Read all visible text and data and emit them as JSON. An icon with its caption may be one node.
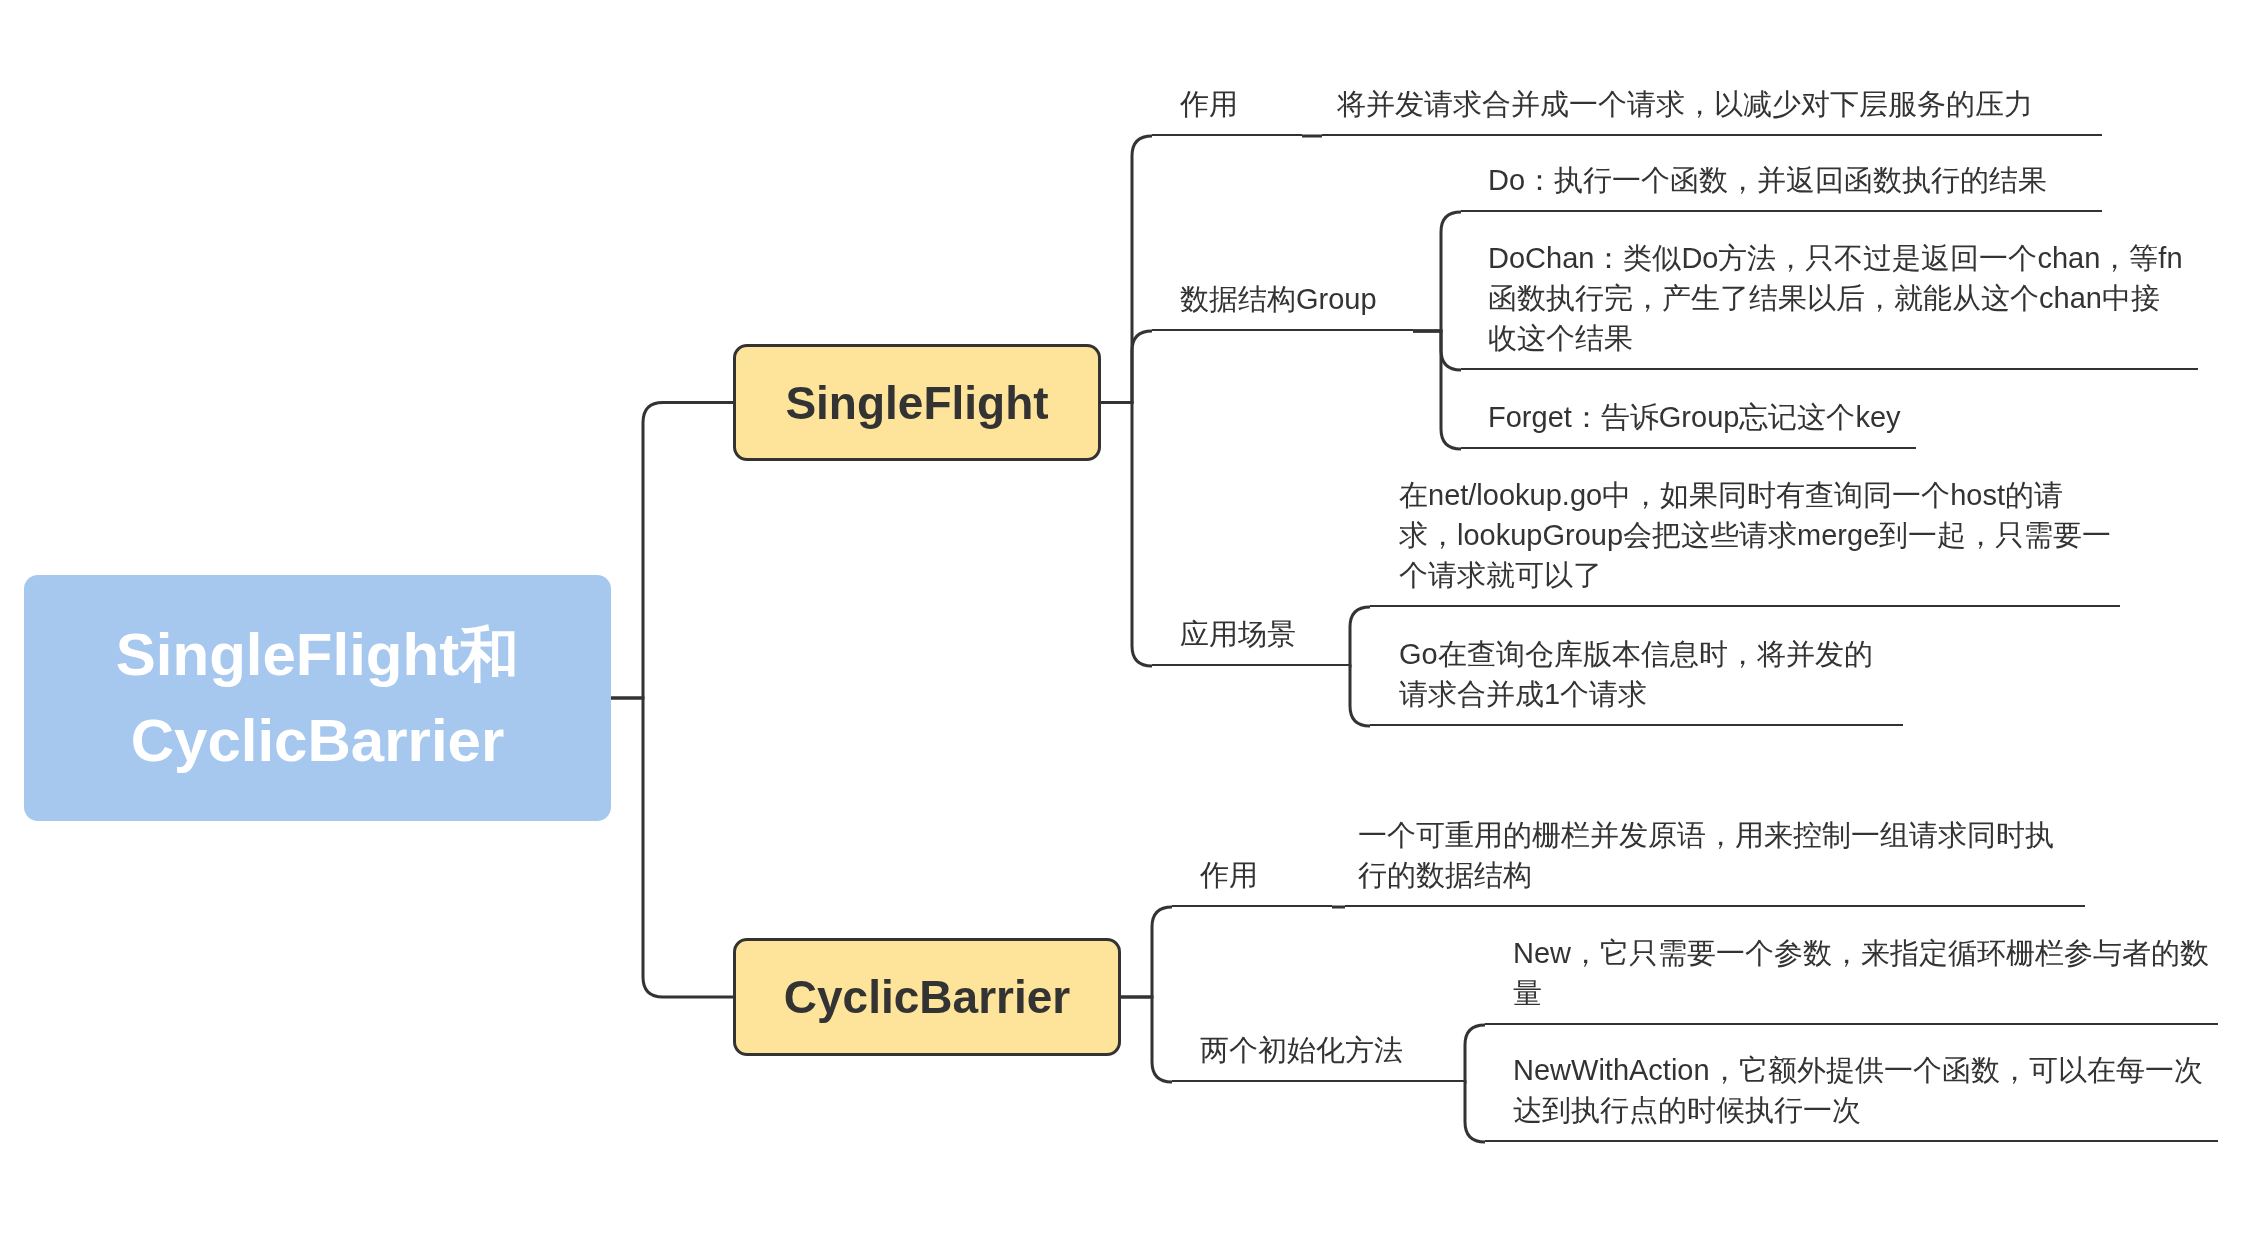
{
  "diagram": {
    "nodes": [
      {
        "text": [
          "SingleFlight和CyclicBarrier"
        ]
      },
      {
        "text": [
          "SingleFlight"
        ]
      },
      {
        "text": [
          "作用"
        ]
      },
      {
        "text": [
          "将并发请求合并成一个请求，以减少对下层服务的压力"
        ]
      },
      {
        "text": [
          "数据结构Group"
        ]
      },
      {
        "text": [
          "Do：执行一个函数，并返回函数执行的结果"
        ]
      },
      {
        "text": [
          "DoChan：类似Do方法，只不过是返回一个chan，等fn函数执行完，产生了结果以后，就能从这个chan中接收这个结果"
        ]
      },
      {
        "text": [
          "Forget：告诉Group忘记这个key"
        ]
      },
      {
        "text": [
          "应用场景"
        ]
      },
      {
        "text": [
          "在net/lookup.go中，如果同时有查询同一个host的请求，lookupGroup会把这些请求merge到一起，只需要一个请求就可以了"
        ]
      },
      {
        "text": [
          "Go在查询仓库版本信息时，将并发的请求合并成1个请求"
        ]
      },
      {
        "text": [
          "CyclicBarrier"
        ]
      },
      {
        "text": [
          "作用"
        ]
      },
      {
        "text": [
          "一个可重用的栅栏并发原语，用来控制一组请求同时执行的数据结构"
        ]
      },
      {
        "text": [
          "两个初始化方法"
        ]
      },
      {
        "text": [
          "New，它只需要一个参数，来指定循环栅栏参与者的数量"
        ]
      },
      {
        "text": [
          "NewWithAction，它额外提供一个函数，可以在每一次达到执行点的时候执行一次"
        ]
      }
    ],
    "edges": [
      {
        "from": 0,
        "to": 1,
        "arrow": "none"
      },
      {
        "from": 0,
        "to": 11,
        "arrow": "none"
      },
      {
        "from": 1,
        "to": 2,
        "arrow": "none"
      },
      {
        "from": 1,
        "to": 4,
        "arrow": "none"
      },
      {
        "from": 1,
        "to": 8,
        "arrow": "none"
      },
      {
        "from": 2,
        "to": 3,
        "arrow": "none"
      },
      {
        "from": 4,
        "to": 5,
        "arrow": "none"
      },
      {
        "from": 4,
        "to": 6,
        "arrow": "none"
      },
      {
        "from": 4,
        "to": 7,
        "arrow": "none"
      },
      {
        "from": 8,
        "to": 9,
        "arrow": "none"
      },
      {
        "from": 8,
        "to": 10,
        "arrow": "none"
      },
      {
        "from": 11,
        "to": 12,
        "arrow": "none"
      },
      {
        "from": 11,
        "to": 14,
        "arrow": "none"
      },
      {
        "from": 12,
        "to": 13,
        "arrow": "none"
      },
      {
        "from": 14,
        "to": 15,
        "arrow": "none"
      },
      {
        "from": 14,
        "to": 16,
        "arrow": "none"
      }
    ]
  }
}
